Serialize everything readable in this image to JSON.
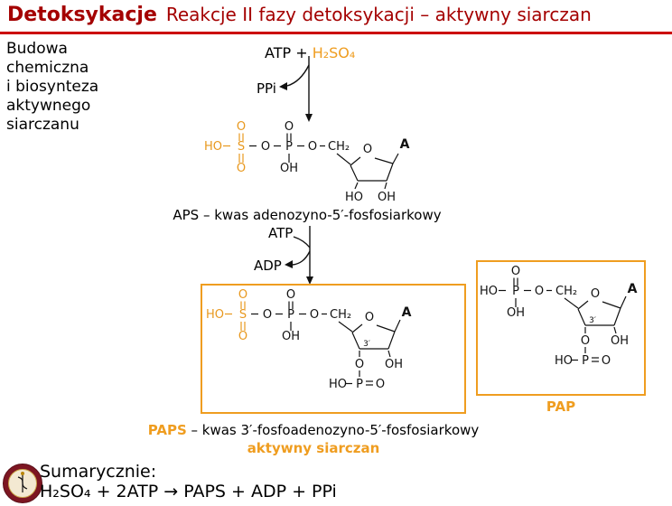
{
  "header": {
    "title": "Detoksykacje",
    "subtitle": "Reakcje II fazy detoksykacji – aktywny siarczan"
  },
  "sidebar": {
    "text": "Budowa\nchemiczna\ni biosynteza\naktywnego\nsiarczanu"
  },
  "scheme": {
    "reactant_atp": "ATP + ",
    "reactant_h2so4": "H₂SO₄",
    "ppi": "PPi",
    "aps_caption": "APS – kwas adenozyno-5′-fosfosiarkowy",
    "atp": "ATP",
    "adp": "ADP",
    "paps_abbr": "PAPS",
    "paps_caption": " – kwas 3′-fosfoadenozyno-5′-fosfosiarkowy",
    "active_sulfate": "aktywny siarczan",
    "pap_label": "PAP"
  },
  "atoms": {
    "HO": "HO",
    "OH": "OH",
    "O": "O",
    "S": "S",
    "P": "P",
    "CH2": "CH₂",
    "A": "A",
    "prime3": "3′"
  },
  "summary": {
    "label": "Sumarycznie:",
    "equation": "H₂SO₄ + 2ATP → PAPS + ADP + PPi"
  },
  "colors": {
    "accent_red": "#a40000",
    "divider_red": "#cb0000",
    "accent_orange": "#ef9d20"
  }
}
